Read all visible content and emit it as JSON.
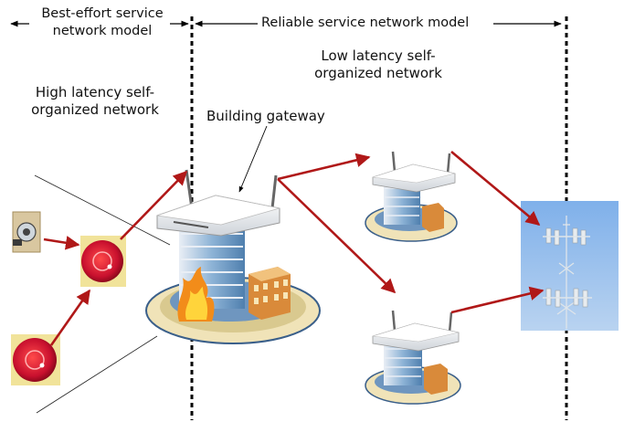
{
  "header": {
    "left_title_line1": "Best-effort service",
    "left_title_line2": "network model",
    "right_title": "Reliable service network model"
  },
  "labels": {
    "left_network_line1": "High latency self-",
    "left_network_line2": "organized network",
    "right_network_line1": "Low latency self-",
    "right_network_line2": "organized network",
    "gateway": "Building gateway"
  },
  "colors": {
    "arrow": "#b01818",
    "divider": "#000000",
    "tower_bg": "#8fb8e8",
    "building_blue": "#7aa6cf",
    "alarm_red": "#c8102e",
    "fire_orange": "#f28c1a"
  }
}
